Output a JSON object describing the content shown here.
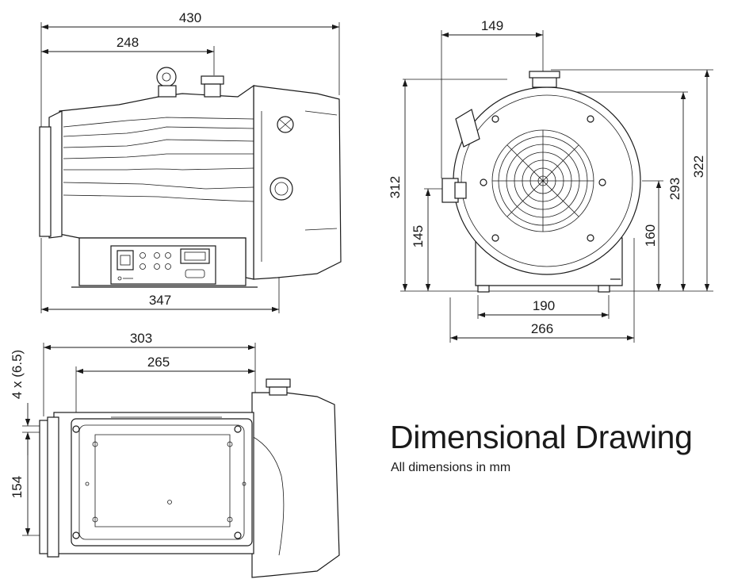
{
  "title": "Dimensional Drawing",
  "subtitle": "All dimensions in mm",
  "dimensions": {
    "side_overall_length": "430",
    "side_to_inlet": "248",
    "side_base_length": "347",
    "front_inlet_offset": "149",
    "front_overall_height": "322",
    "front_fan_height": "293",
    "front_side_port_height": "312",
    "front_port_height": "145",
    "front_axis_height": "160",
    "front_feet_width": "190",
    "front_overall_width": "266",
    "bottom_length": "303",
    "bottom_hole_spacing_x": "265",
    "bottom_holes": "4 x (6.5)",
    "bottom_hole_spacing_y": "154"
  }
}
